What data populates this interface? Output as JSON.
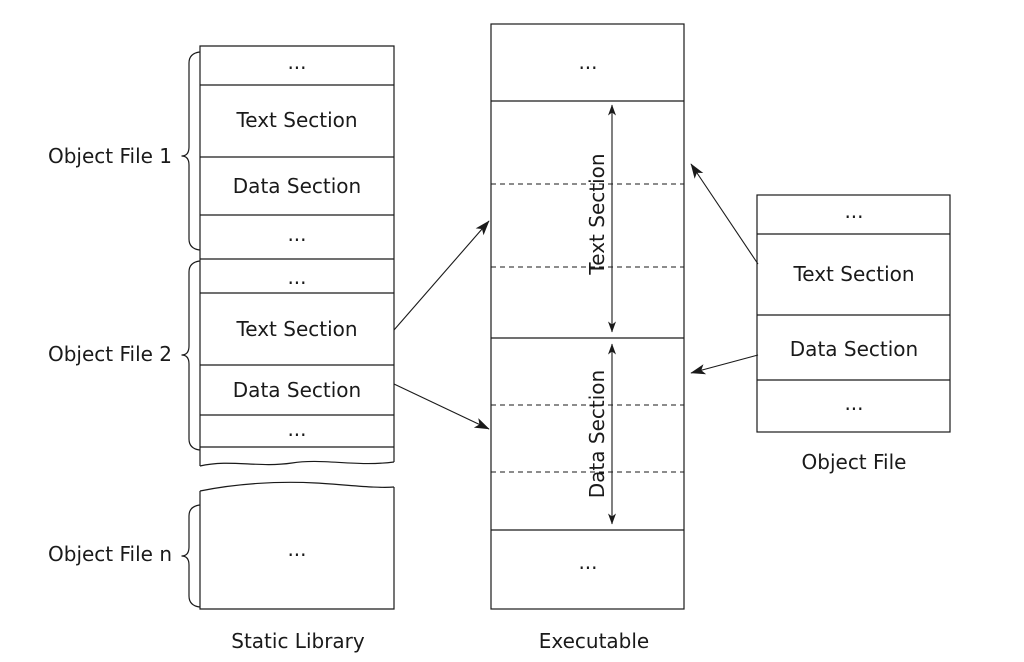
{
  "static_library": {
    "caption": "Static Library",
    "groups": [
      {
        "label": "Object File 1",
        "rows": [
          "...",
          "Text Section",
          "Data Section",
          "..."
        ]
      },
      {
        "label": "Object File 2",
        "rows": [
          "...",
          "Text Section",
          "Data Section",
          "..."
        ]
      },
      {
        "label": "Object File n",
        "rows": [
          "..."
        ]
      }
    ]
  },
  "executable": {
    "caption": "Executable",
    "top_row": "...",
    "text_section_label": "Text Section",
    "data_section_label": "Data Section",
    "bottom_row": "..."
  },
  "object_file": {
    "caption": "Object File",
    "rows": [
      "...",
      "Text Section",
      "Data Section",
      "..."
    ]
  },
  "colors": {
    "background": "#ffffff",
    "line": "#1a1a1a",
    "text": "#1a1a1a"
  }
}
